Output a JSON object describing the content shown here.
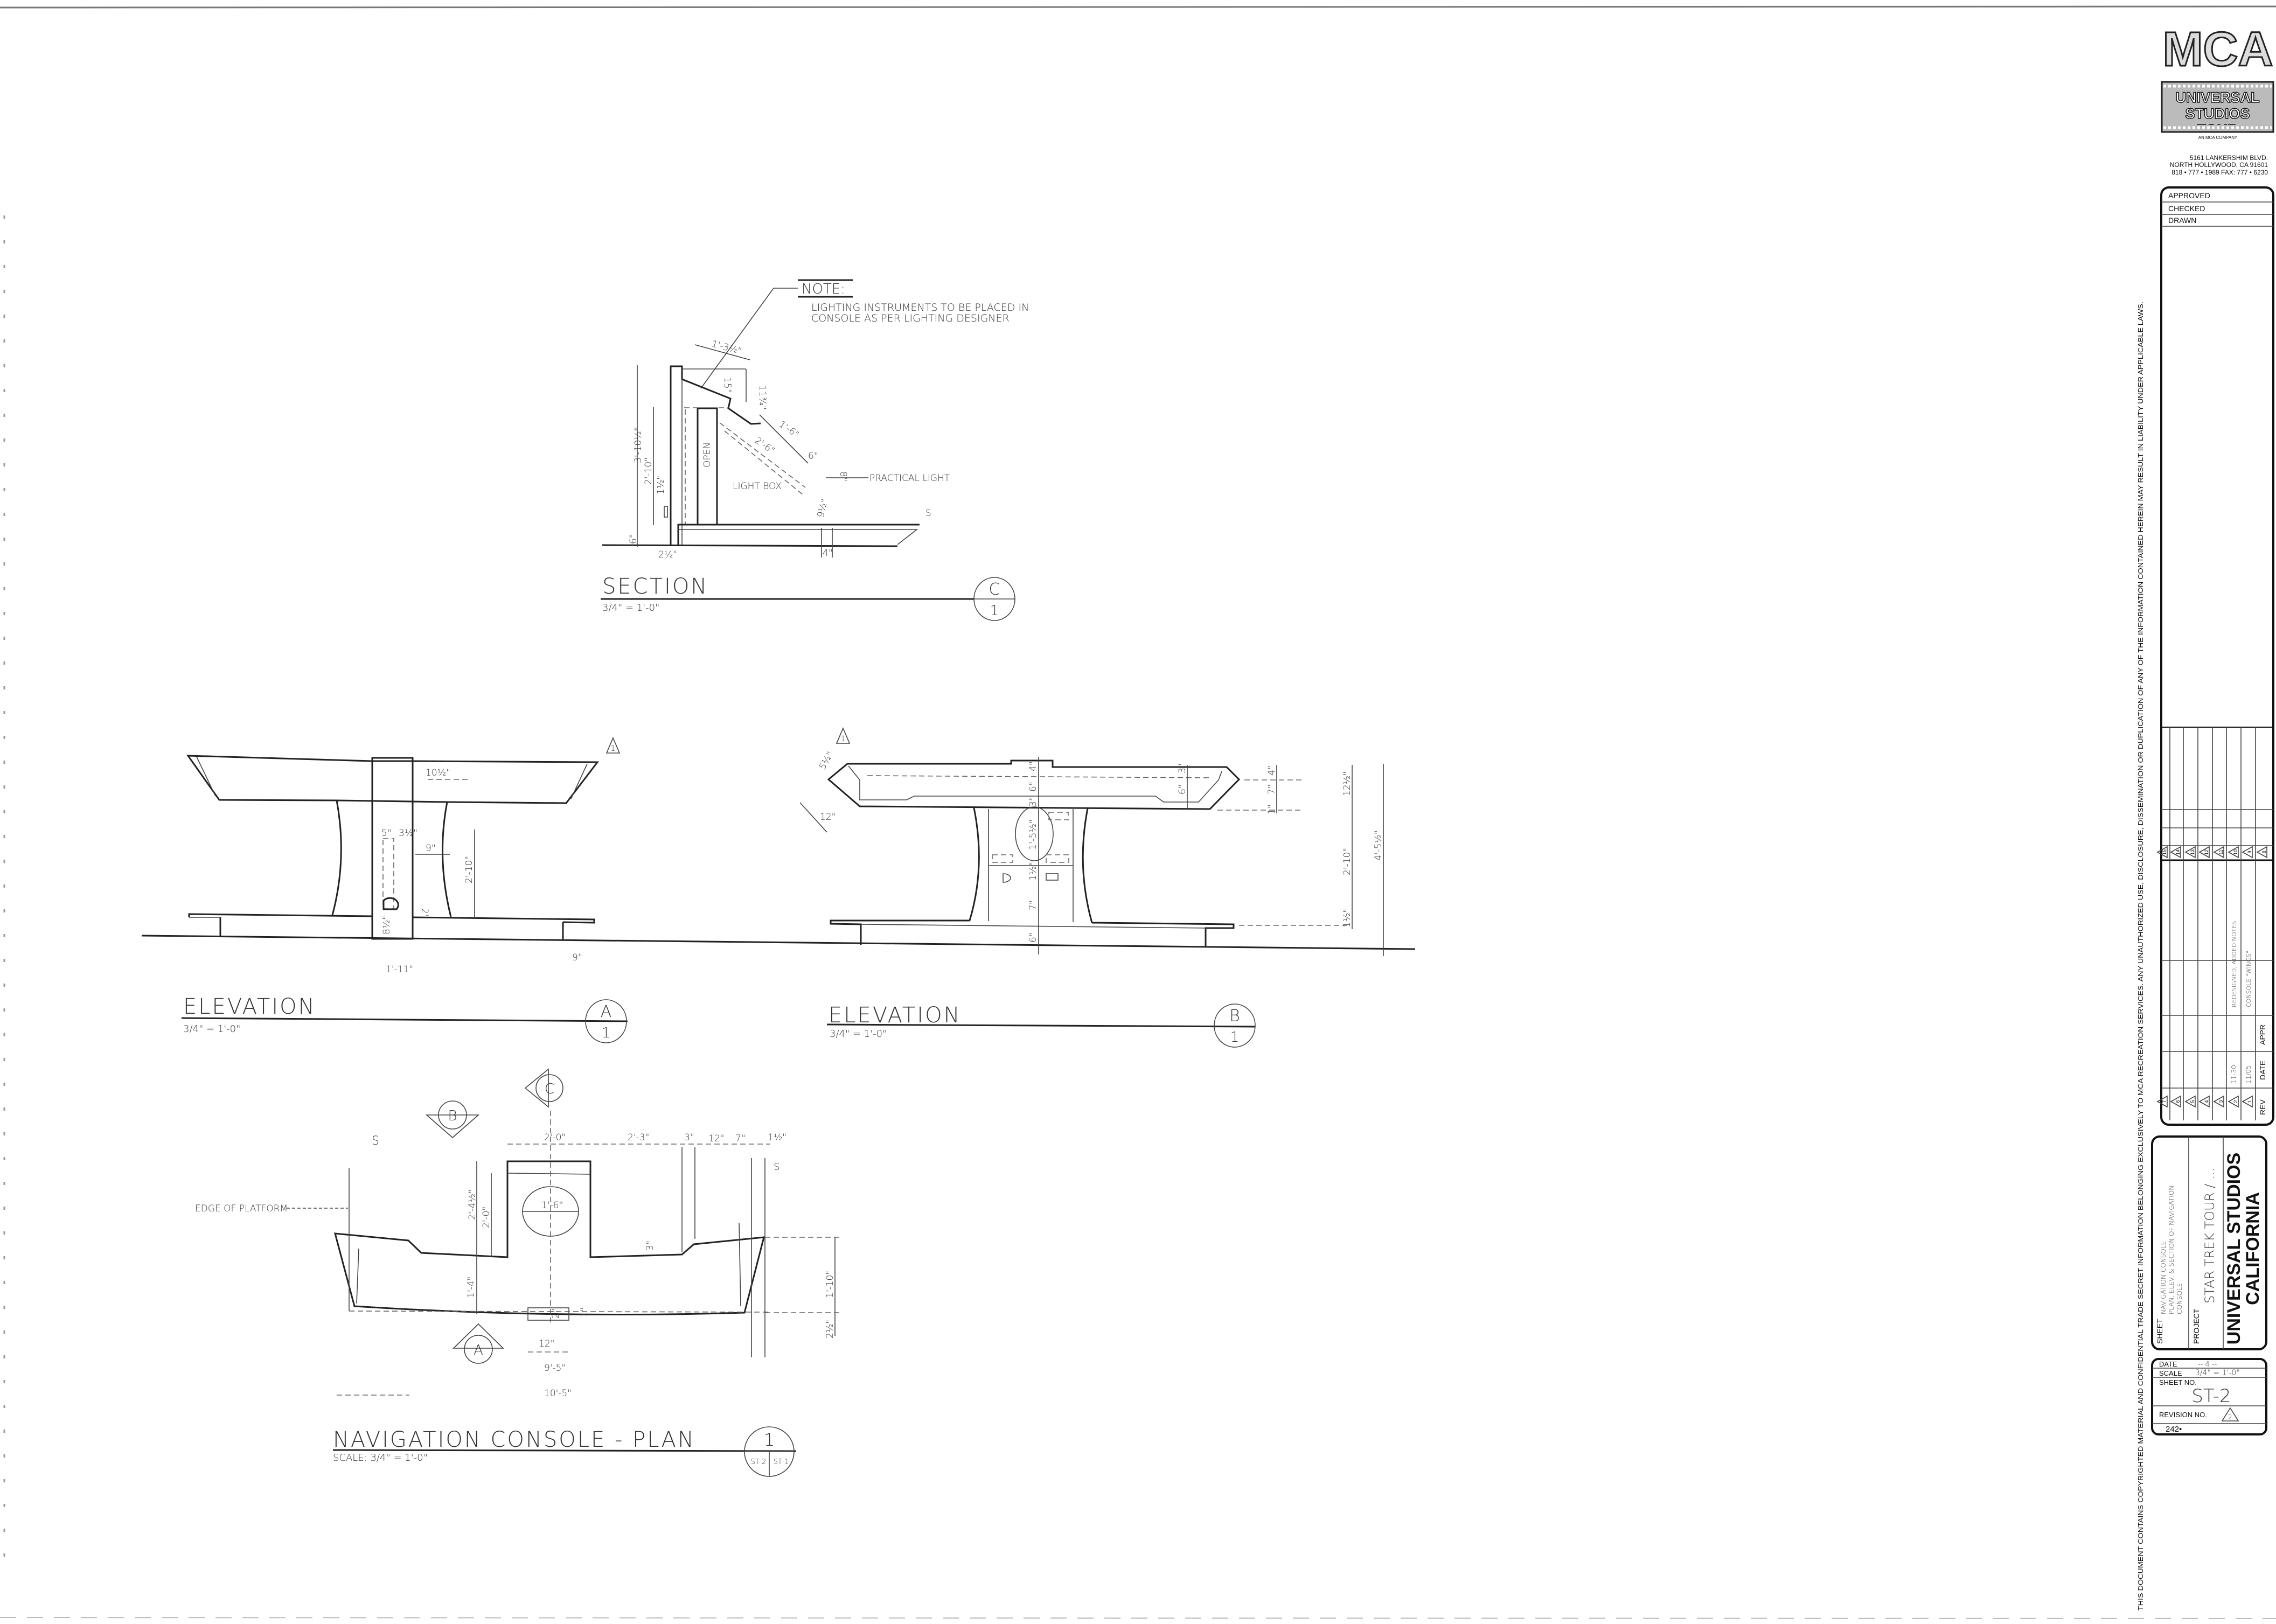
{
  "title_block": {
    "logo_text": "MCA",
    "tour_logo": "UNIVERSAL STUDIOS TOUR",
    "tour_logo_sub": "AN MCA COMPANY",
    "address": [
      "5161 LANKERSHIM BLVD.",
      "NORTH HOLLYWOOD, CA 91601",
      "818 • 777 • 1989    FAX: 777 • 6230"
    ],
    "approvals": [
      "APPROVED",
      "CHECKED",
      "DRAWN"
    ],
    "revisions_header": {
      "rev": "REV",
      "date": "DATE",
      "appr": "APPR"
    },
    "revisions": [
      {
        "rev": "1",
        "date": "11/05",
        "description": "CONSOLE \"WINGS\""
      },
      {
        "rev": "2",
        "date": "11-30",
        "description": "REDESIGNED, ADDED NOTES"
      },
      {
        "rev": "3"
      },
      {
        "rev": "4"
      },
      {
        "rev": "5"
      },
      {
        "rev": "6"
      },
      {
        "rev": "7"
      },
      {
        "rev": "8"
      },
      {
        "rev": "9"
      },
      {
        "rev": "10"
      },
      {
        "rev": "11"
      },
      {
        "rev": "12"
      },
      {
        "rev": "13"
      },
      {
        "rev": "14"
      },
      {
        "rev": "15"
      }
    ],
    "sheet_label": "SHEET",
    "sheet_value": [
      "NAVIGATION CONSOLE",
      "PLAN, ELEV. & SECTION OF NAVIGATION",
      "CONSOLE"
    ],
    "project_label": "PROJECT",
    "project_value": "STAR TREK TOUR / ...",
    "client": [
      "UNIVERSAL STUDIOS",
      "CALIFORNIA"
    ],
    "date_label": "DATE",
    "date_value": "-- 4 --",
    "scale_label": "SCALE",
    "scale_value": "3/4\" = 1'-0\"",
    "sheet_no_label": "SHEET NO.",
    "sheet_no_value": "ST-2",
    "revision_no_label": "REVISION NO.",
    "revision_no_value": "2",
    "job_number": "242•"
  },
  "legal_notice": "THIS DOCUMENT CONTAINS COPYRIGHTED MATERIAL AND CONFIDENTIAL TRADE SECRET INFORMATION BELONGING EXCLUSIVELY TO MCA RECREATION SERVICES.  ANY UNAUTHORIZED USE, DISCLOSURE, DISSEMINATION OR DUPLICATION OF ANY OF THE INFORMATION CONTAINED HEREIN MAY RESULT IN LIABILITY UNDER APPLICABLE LAWS.",
  "section": {
    "note_title": "NOTE:",
    "note_lines": [
      "LIGHTING INSTRUMENTS TO BE PLACED IN",
      "CONSOLE AS PER LIGHTING DESIGNER"
    ],
    "labels": {
      "open": "OPEN",
      "light_box": "LIGHT BOX",
      "practical_light": "PRACTICAL LIGHT",
      "s": "S"
    },
    "dims": {
      "total_h": "3'-10½\"",
      "inner_h": "2'-10\"",
      "top_w": "1'-3½\"",
      "top_h": "11¾\"",
      "angle": "15°",
      "slope1": "1'-6\"",
      "slope2": "2'-6\"",
      "d6": "6\"",
      "d8": "8\"",
      "d9": "9½\"",
      "base": "6\"",
      "wall": "2½\"",
      "toe": "4\"",
      "small": "1½\""
    },
    "title": "SECTION",
    "scale": "3/4\" = 1'-0\"",
    "marker": {
      "letter": "C",
      "sheet": "1"
    }
  },
  "elevation_a": {
    "dims": {
      "top": "10½\"",
      "a": "5\"",
      "b": "3½\"",
      "c": "9\"",
      "height": "2'-10\"",
      "d": "2\"",
      "e": "8½\"",
      "width": "1'-11\"",
      "foot": "9\""
    },
    "rev_mark": "1",
    "title": "ELEVATION",
    "scale": "3/4\" = 1'-0\"",
    "marker": {
      "letter": "A",
      "sheet": "1"
    }
  },
  "elevation_b": {
    "dims": {
      "chamfer": "5½\"",
      "chamfer2": "12\"",
      "c1": "4\"",
      "c2": "6\"",
      "c3": "3\"",
      "c4": "1'-5½\"",
      "c5": "1½\"",
      "c6": "7\"",
      "c7": "6\"",
      "r1": "3\"",
      "r2": "6\"",
      "r3": "4\"",
      "r4": "7\"",
      "r5": "1\"",
      "o1": "12½\"",
      "o2": "2'-10\"",
      "o3": "1½\"",
      "o4": "4'-5½\""
    },
    "rev_mark": "1",
    "title": "ELEVATION",
    "scale": "3/4\" = 1'-0\"",
    "marker": {
      "letter": "B",
      "sheet": "1"
    }
  },
  "plan": {
    "edge_label": "EDGE OF PLATFORM",
    "dims": {
      "w1": "2'-0\"",
      "w2": "2'-3\"",
      "w3": "3\"",
      "w4": "12\"",
      "w5": "7\"",
      "w6": "1½\"",
      "h1": "2'-4½\"",
      "h2": "2'-0\"",
      "circle": "1'-6\"",
      "step": "3\"",
      "depth": "1'-4\"",
      "right": "1'-10\"",
      "right2": "2½\"",
      "box": "12\"",
      "box_h": "2\"",
      "inner_w": "9'-5\"",
      "total_w": "10'-5\"",
      "small": "1\""
    },
    "s1": "S",
    "s2": "S",
    "markers": {
      "a": "A",
      "b": "B",
      "c": "C"
    },
    "title": "NAVIGATION CONSOLE - PLAN",
    "scale": "SCALE: 3/4\" = 1'-0\"",
    "marker": {
      "number": "1",
      "sheet_left": "ST 2",
      "sheet_right": "ST 1"
    }
  }
}
